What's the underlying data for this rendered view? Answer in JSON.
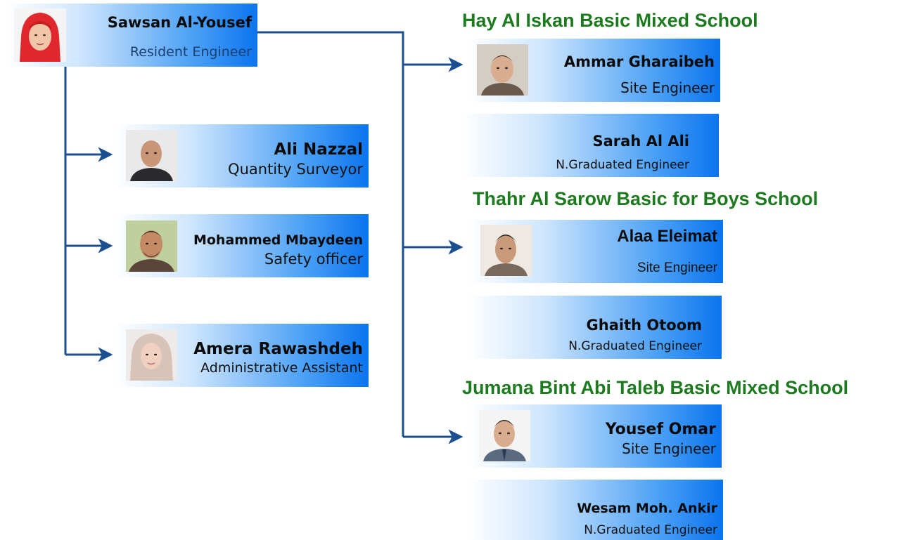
{
  "resident": {
    "name": "Sawsan Al-Yousef",
    "role": "Resident Engineer"
  },
  "support": [
    {
      "name": "Ali Nazzal",
      "role": "Quantity Surveyor"
    },
    {
      "name": "Mohammed Mbaydeen",
      "role": "Safety officer"
    },
    {
      "name": "Amera Rawashdeh",
      "role": "Administrative Assistant"
    }
  ],
  "schools": [
    {
      "title": "Hay Al Iskan Basic Mixed School",
      "site_engineer": {
        "name": "Ammar Gharaibeh",
        "role": "Site Engineer"
      },
      "graduate": {
        "name": "Sarah Al Ali",
        "role": "N.Graduated Engineer"
      }
    },
    {
      "title": "Thahr Al Sarow Basic for Boys School",
      "site_engineer": {
        "name": "Alaa Eleimat",
        "role": "Site Engineer"
      },
      "graduate": {
        "name": "Ghaith Otoom",
        "role": "N.Graduated Engineer"
      }
    },
    {
      "title": "Jumana Bint Abi Taleb Basic Mixed School",
      "site_engineer": {
        "name": "Yousef Omar",
        "role": "Site Engineer"
      },
      "graduate": {
        "name": "Wesam Moh. Ankir",
        "role": "N.Graduated Engineer"
      }
    }
  ],
  "colors": {
    "connector": "#1c4f8f",
    "school_title": "#1e7a1e",
    "card_gradient_end": "#0b74ee"
  }
}
